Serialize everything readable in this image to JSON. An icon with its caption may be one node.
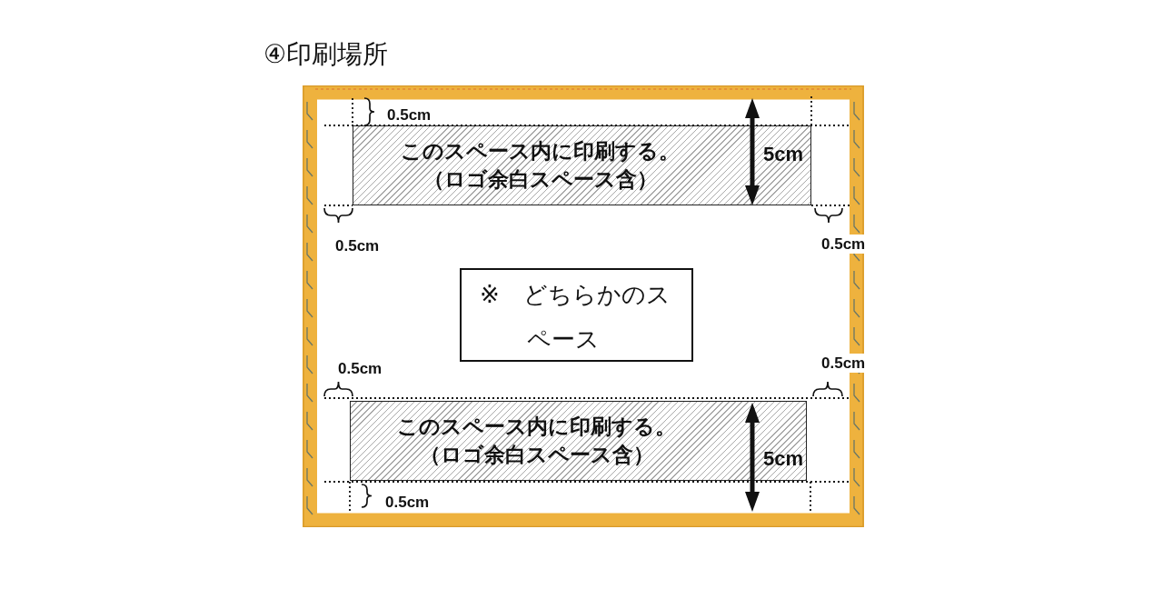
{
  "diagram": {
    "title": "④印刷場所",
    "nodes": [
      {
        "text": [
          "このスペース内に印刷する。",
          "（ロゴ余白スペース含）"
        ]
      },
      {
        "text": [
          "※　どちらかのスペース"
        ]
      },
      {
        "text": [
          "このスペース内に印刷する。",
          "（ロゴ余白スペース含）"
        ]
      }
    ],
    "labels": [
      "0.5cm",
      "5cm",
      "0.5cm",
      "0.5cm",
      "0.5cm",
      "0.5cm",
      "5cm",
      "0.5cm"
    ]
  }
}
